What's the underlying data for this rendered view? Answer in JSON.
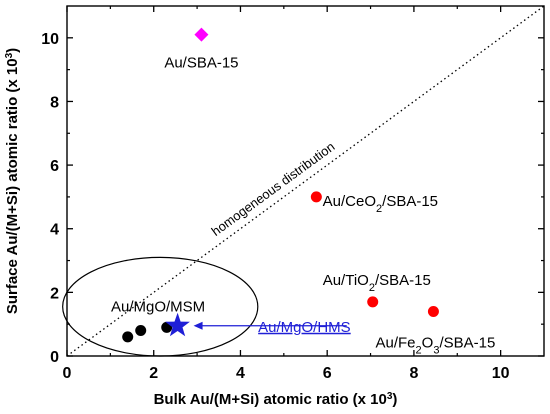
{
  "chart_data": {
    "type": "scatter",
    "xlabel": "Bulk Au/(M+Si) atomic ratio (x 10",
    "xlabel_sup": "3",
    "xlabel_end": ")",
    "ylabel": "Surface Au/(M+Si) atomic ratio (x 10",
    "ylabel_sup": "3",
    "ylabel_end": ")",
    "xlim": [
      0,
      11
    ],
    "ylim": [
      0,
      11
    ],
    "xticks": [
      "0",
      "2",
      "4",
      "6",
      "8",
      "10"
    ],
    "xtick_values": [
      0,
      2,
      4,
      6,
      8,
      10
    ],
    "yticks": [
      "0",
      "2",
      "4",
      "6",
      "8",
      "10"
    ],
    "ytick_values": [
      0,
      2,
      4,
      6,
      8,
      10
    ],
    "diagonal": {
      "label": "homogeneous distribution",
      "from": [
        0,
        0
      ],
      "to": [
        11,
        11
      ],
      "style": "dotted"
    },
    "series": [
      {
        "name": "Au/SBA-15",
        "marker": "diamond",
        "color": "#ff00ff",
        "points": [
          {
            "x": 3.1,
            "y": 10.1
          }
        ]
      },
      {
        "name": "Au/CeO2/SBA-15",
        "marker": "circle",
        "color": "#ff0000",
        "points": [
          {
            "x": 5.75,
            "y": 5.0
          }
        ]
      },
      {
        "name": "Au/TiO2/SBA-15",
        "marker": "circle",
        "color": "#ff0000",
        "points": [
          {
            "x": 7.05,
            "y": 1.7
          }
        ]
      },
      {
        "name": "Au/Fe2O3/SBA-15",
        "marker": "circle",
        "color": "#ff0000",
        "points": [
          {
            "x": 8.45,
            "y": 1.4
          }
        ]
      },
      {
        "name": "Au/MgO/MSM",
        "marker": "circle",
        "color": "#000000",
        "points": [
          {
            "x": 1.4,
            "y": 0.6
          },
          {
            "x": 1.7,
            "y": 0.8
          },
          {
            "x": 2.3,
            "y": 0.9
          }
        ]
      },
      {
        "name": "Au/MgO/HMS",
        "marker": "star",
        "color": "#1f1fd6",
        "points": [
          {
            "x": 2.55,
            "y": 0.95
          }
        ]
      }
    ],
    "labels": {
      "sba15": "Au/SBA-15",
      "ceo2": {
        "a": "Au/CeO",
        "sub": "2",
        "b": "/SBA-15"
      },
      "tio2": {
        "a": "Au/TiO",
        "sub": "2",
        "b": "/SBA-15"
      },
      "fe2o3": {
        "a": "Au/Fe",
        "sub": "2",
        "mid": "O",
        "sub2": "3",
        "b": "/SBA-15"
      },
      "msm": "Au/MgO/MSM",
      "hms": "Au/MgO/HMS"
    },
    "grid": false
  }
}
